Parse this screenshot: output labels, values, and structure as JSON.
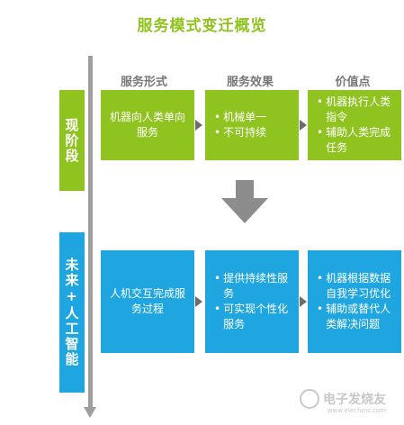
{
  "title": "服务模式变迁概览",
  "columns": [
    "服务形式",
    "服务效果",
    "价值点"
  ],
  "stages": {
    "current": "现阶段",
    "future": "未来+人工智能"
  },
  "rows": {
    "current": {
      "form": "机器向人类单向服务",
      "effect": [
        "机械单一",
        "不可持续"
      ],
      "value": [
        "机器执行人类指令",
        "辅助人类完成任务"
      ]
    },
    "future": {
      "form": "人机交互完成服务过程",
      "effect": [
        "提供持续性服务",
        "可实现个性化服务"
      ],
      "value": [
        "机器根据数据自我学习优化",
        "辅助或替代人类解决问题"
      ]
    }
  },
  "bullet_symbol": "•",
  "watermark": {
    "text": "电子发烧友",
    "sub": "www.elecfans.com"
  },
  "colors": {
    "green": "#8fc31f",
    "blue": "#1fa6e0",
    "gray": "#9e9e9e"
  }
}
